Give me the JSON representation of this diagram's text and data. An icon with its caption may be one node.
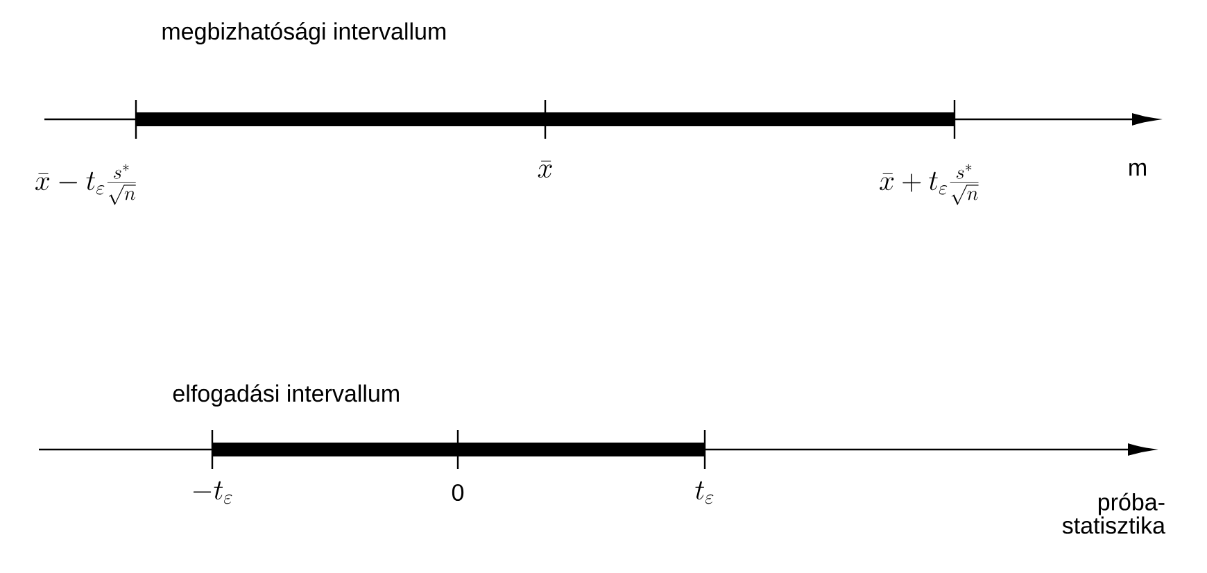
{
  "diagram": {
    "labels": [
      "megbizhatósági intervallum",
      "\\bar{x}-t_{\\varepsilon}\\frac{s^{*}}{\\sqrt{n}}",
      "\\bar{x}",
      "\\bar{x}+t_{\\varepsilon}\\frac{s^{*}}{\\sqrt{n}}",
      "m",
      "elfogadási intervallum",
      "-t_{\\varepsilon}",
      "0",
      "t_{\\varepsilon}",
      "próba- statisztika"
    ]
  }
}
